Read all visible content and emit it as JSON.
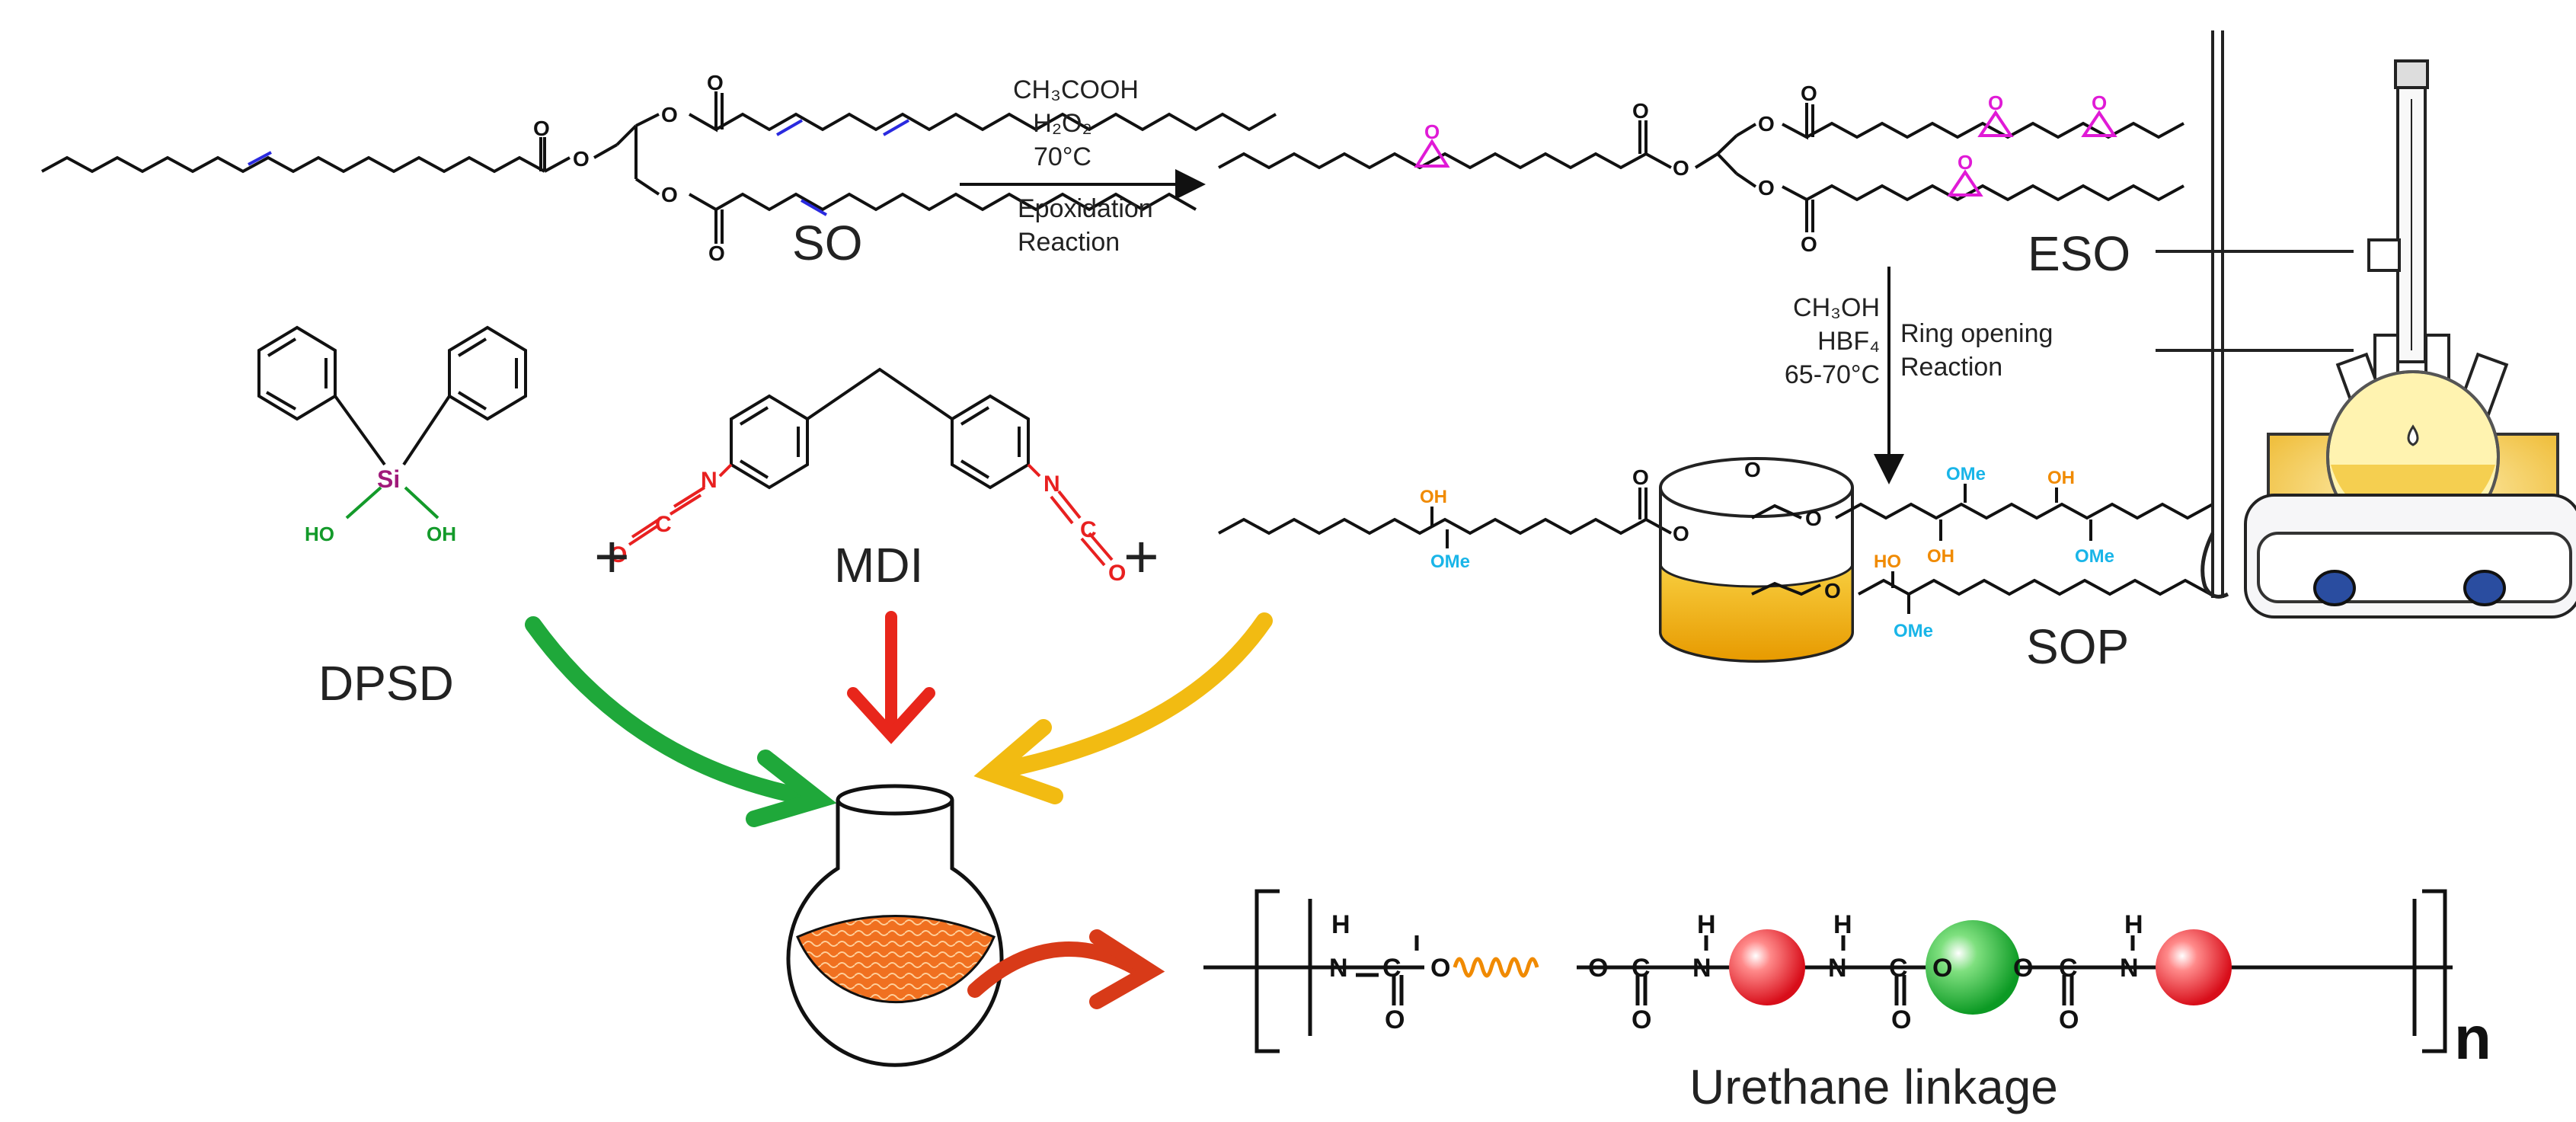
{
  "labels": {
    "so": "SO",
    "eso": "ESO",
    "sop": "SOP",
    "dpsd": "DPSD",
    "mdi": "MDI",
    "urethane": "Urethane linkage",
    "repeat_n": "n",
    "plus": "+"
  },
  "epoxidation": {
    "reagent1": "CH₃COOH",
    "reagent2": "H₂O₂",
    "temp": "70°C",
    "name1": "Epoxidation",
    "name2": "Reaction"
  },
  "ring_opening": {
    "reagent1": "CH₃OH",
    "reagent2": "HBF₄",
    "temp": "65-70°C",
    "name1": "Ring opening",
    "name2": "Reaction"
  },
  "atoms": {
    "O": "O",
    "OH": "OH",
    "OMe": "OMe",
    "HO": "HO",
    "Si": "Si",
    "N": "N",
    "C": "C",
    "H": "H"
  },
  "colors": {
    "double_bond": "#2a2adf",
    "epoxide": "#e01ad6",
    "hydroxyl": "#f08a00",
    "methoxy": "#19b5e8",
    "silanol": "#139a2a",
    "silicon": "#a01a7a",
    "isocyanate": "#e82020",
    "arrow_green": "#1fa83a",
    "arrow_red": "#e8261b",
    "arrow_yellow": "#f2bb12",
    "polyol_fill": "#f0b010",
    "flask_fill": "#f07a2a"
  }
}
